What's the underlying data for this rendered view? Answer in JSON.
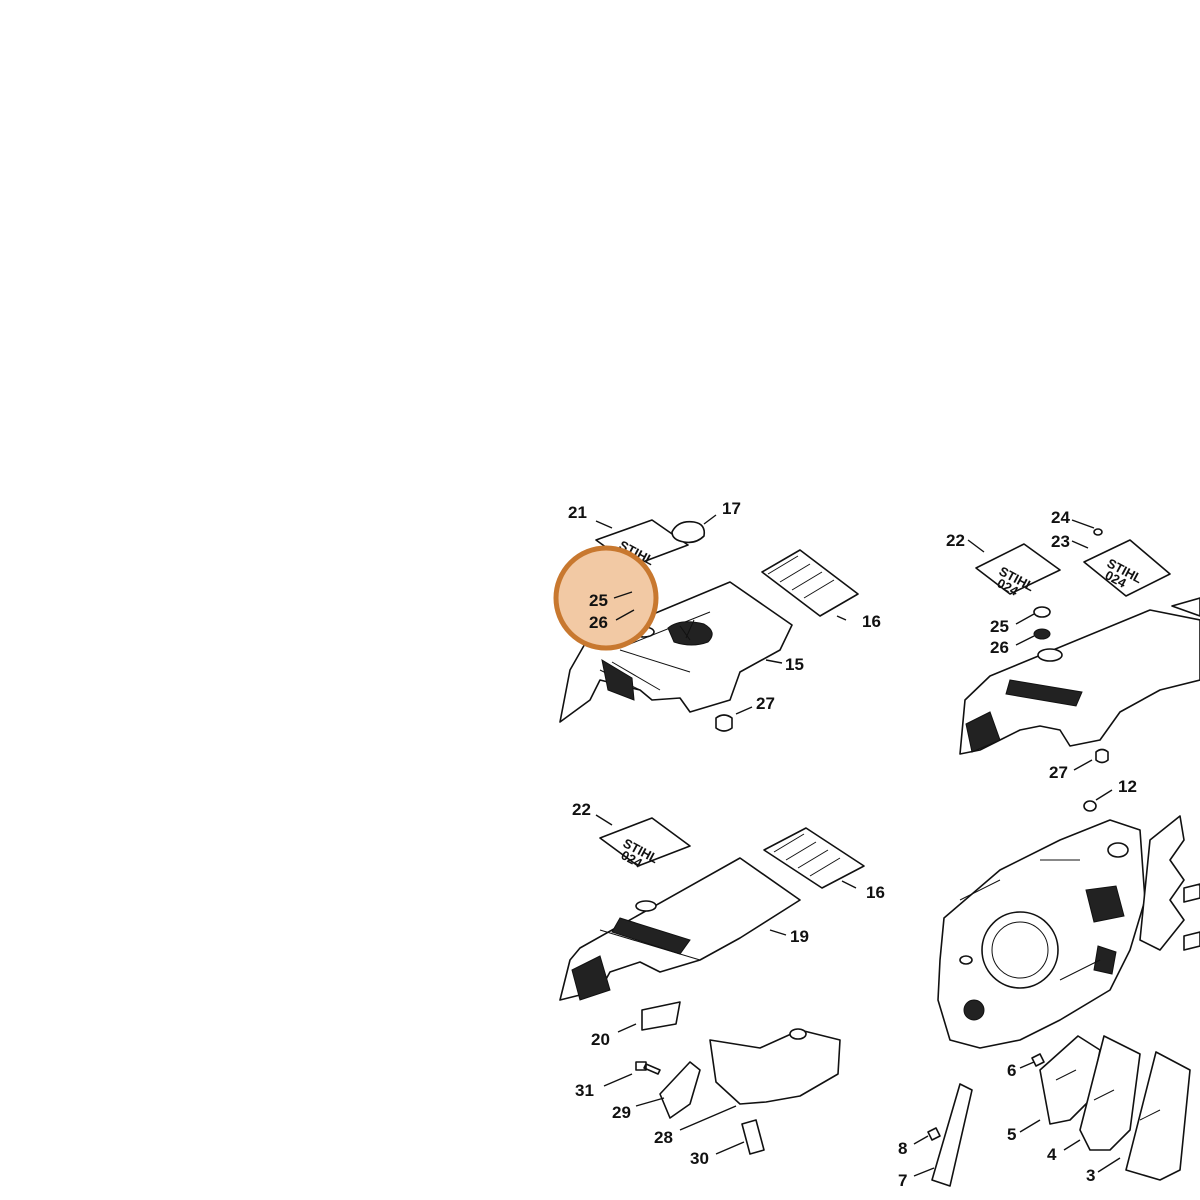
{
  "callouts": {
    "a21": "21",
    "a17": "17",
    "a25": "25",
    "a26": "26",
    "a16": "16",
    "a15": "15",
    "a27": "27",
    "b22": "22",
    "b16": "16",
    "b19": "19",
    "b20": "20",
    "b31": "31",
    "b29": "29",
    "b28": "28",
    "b30": "30",
    "c24": "24",
    "c22": "22",
    "c23": "23",
    "c25": "25",
    "c26": "26",
    "c27": "27",
    "c12": "12",
    "c6": "6",
    "c5": "5",
    "c4": "4",
    "c3": "3",
    "c8": "8",
    "c7": "7"
  },
  "decals": {
    "brand": "STIHL",
    "model": "024"
  },
  "highlight": {
    "color": "#f2c9a4",
    "border_color": "#c8782f"
  }
}
